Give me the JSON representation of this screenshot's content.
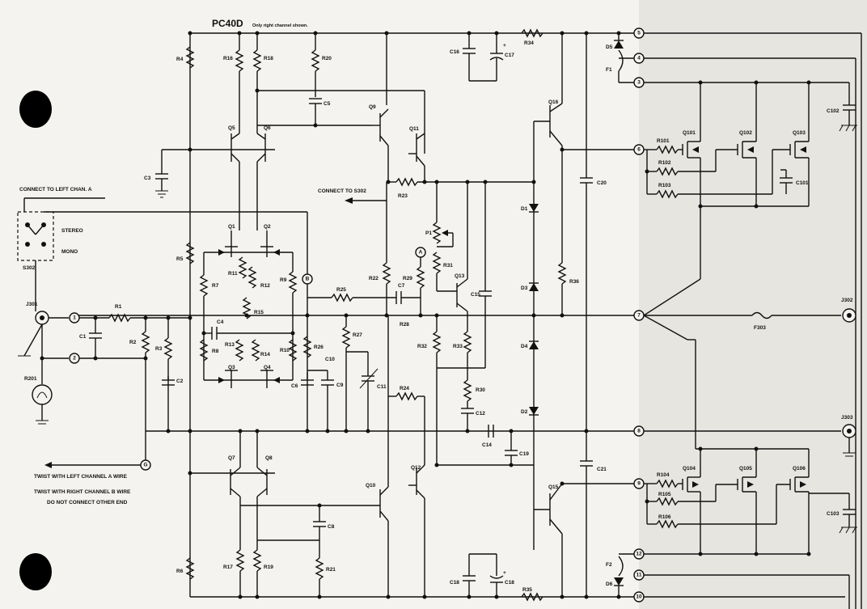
{
  "header": {
    "title": "PC40D",
    "subtitle": "Only right channel shown."
  },
  "notes": {
    "connect_left": "CONNECT TO LEFT CHAN. A",
    "connect_s302": "CONNECT TO S302",
    "stereo": "STEREO",
    "mono": "MONO",
    "twist_left": "TWIST WITH LEFT CHANNEL A WIRE",
    "twist_right": "TWIST WITH RIGHT CHANNEL B WIRE",
    "no_connect": "DO NOT CONNECT OTHER END"
  },
  "connectors": {
    "j301": "J301",
    "j302": "J302",
    "j303": "J303",
    "s302": "S302"
  },
  "nodes": {
    "n1": "1",
    "n2": "2",
    "n3": "3",
    "n4": "4",
    "n5": "5",
    "n6": "6",
    "n7": "7",
    "n8": "8",
    "n9": "9",
    "n10": "10",
    "n11": "11",
    "n12": "12",
    "nG": "G",
    "nA": "A",
    "nB": "B"
  },
  "resistors": {
    "r1": "R1",
    "r2": "R2",
    "r3": "R3",
    "r4": "R4",
    "r5": "R5",
    "r6": "R6",
    "r7": "R7",
    "r8": "R8",
    "r9": "R9",
    "r10": "R10",
    "r11": "R11",
    "r12": "R12",
    "r13": "R13",
    "r14": "R14",
    "r15": "R15",
    "r16": "R16",
    "r17": "R17",
    "r18": "R18",
    "r19": "R19",
    "r20": "R20",
    "r21": "R21",
    "r22": "R22",
    "r23": "R23",
    "r24": "R24",
    "r25": "R25",
    "r26": "R26",
    "r27": "R27",
    "r28": "R28",
    "r29": "R29",
    "r30": "R30",
    "r31": "R31",
    "r32": "R32",
    "r33": "R33",
    "r34": "R34",
    "r35": "R35",
    "r36": "R36",
    "r101": "R101",
    "r102": "R102",
    "r103": "R103",
    "r104": "R104",
    "r105": "R105",
    "r106": "R106",
    "r201": "R201",
    "p1": "P1"
  },
  "capacitors": {
    "c1": "C1",
    "c2": "C2",
    "c3": "C3",
    "c4": "C4",
    "c5": "C5",
    "c6": "C6",
    "c7": "C7",
    "c8": "C8",
    "c9": "C9",
    "c10": "C10",
    "c11": "C11",
    "c12": "C12",
    "c14": "C14",
    "c15": "C15",
    "c16": "C16",
    "c17": "C17",
    "c18": "C18",
    "c19": "C19",
    "c20": "C20",
    "c21": "C21",
    "c101": "C101",
    "c102": "C102",
    "c103": "C103"
  },
  "transistors": {
    "q1": "Q1",
    "q2": "Q2",
    "q3": "Q3",
    "q4": "Q4",
    "q5": "Q5",
    "q6": "Q6",
    "q7": "Q7",
    "q8": "Q8",
    "q9": "Q9",
    "q10": "Q10",
    "q11": "Q11",
    "q12": "Q12",
    "q13": "Q13",
    "q15": "Q15",
    "q16": "Q16",
    "q101": "Q101",
    "q102": "Q102",
    "q103": "Q103",
    "q104": "Q104",
    "q105": "Q105",
    "q106": "Q106"
  },
  "diodes": {
    "d1": "D1",
    "d2": "D2",
    "d3": "D3",
    "d4": "D4",
    "d5": "D5",
    "d6": "D6"
  },
  "fuses": {
    "f1": "F1",
    "f2": "F2",
    "f303": "F303"
  },
  "colors": {
    "ink": "#111111",
    "paper": "#f4f3ef",
    "shade": "#e6e5df"
  }
}
